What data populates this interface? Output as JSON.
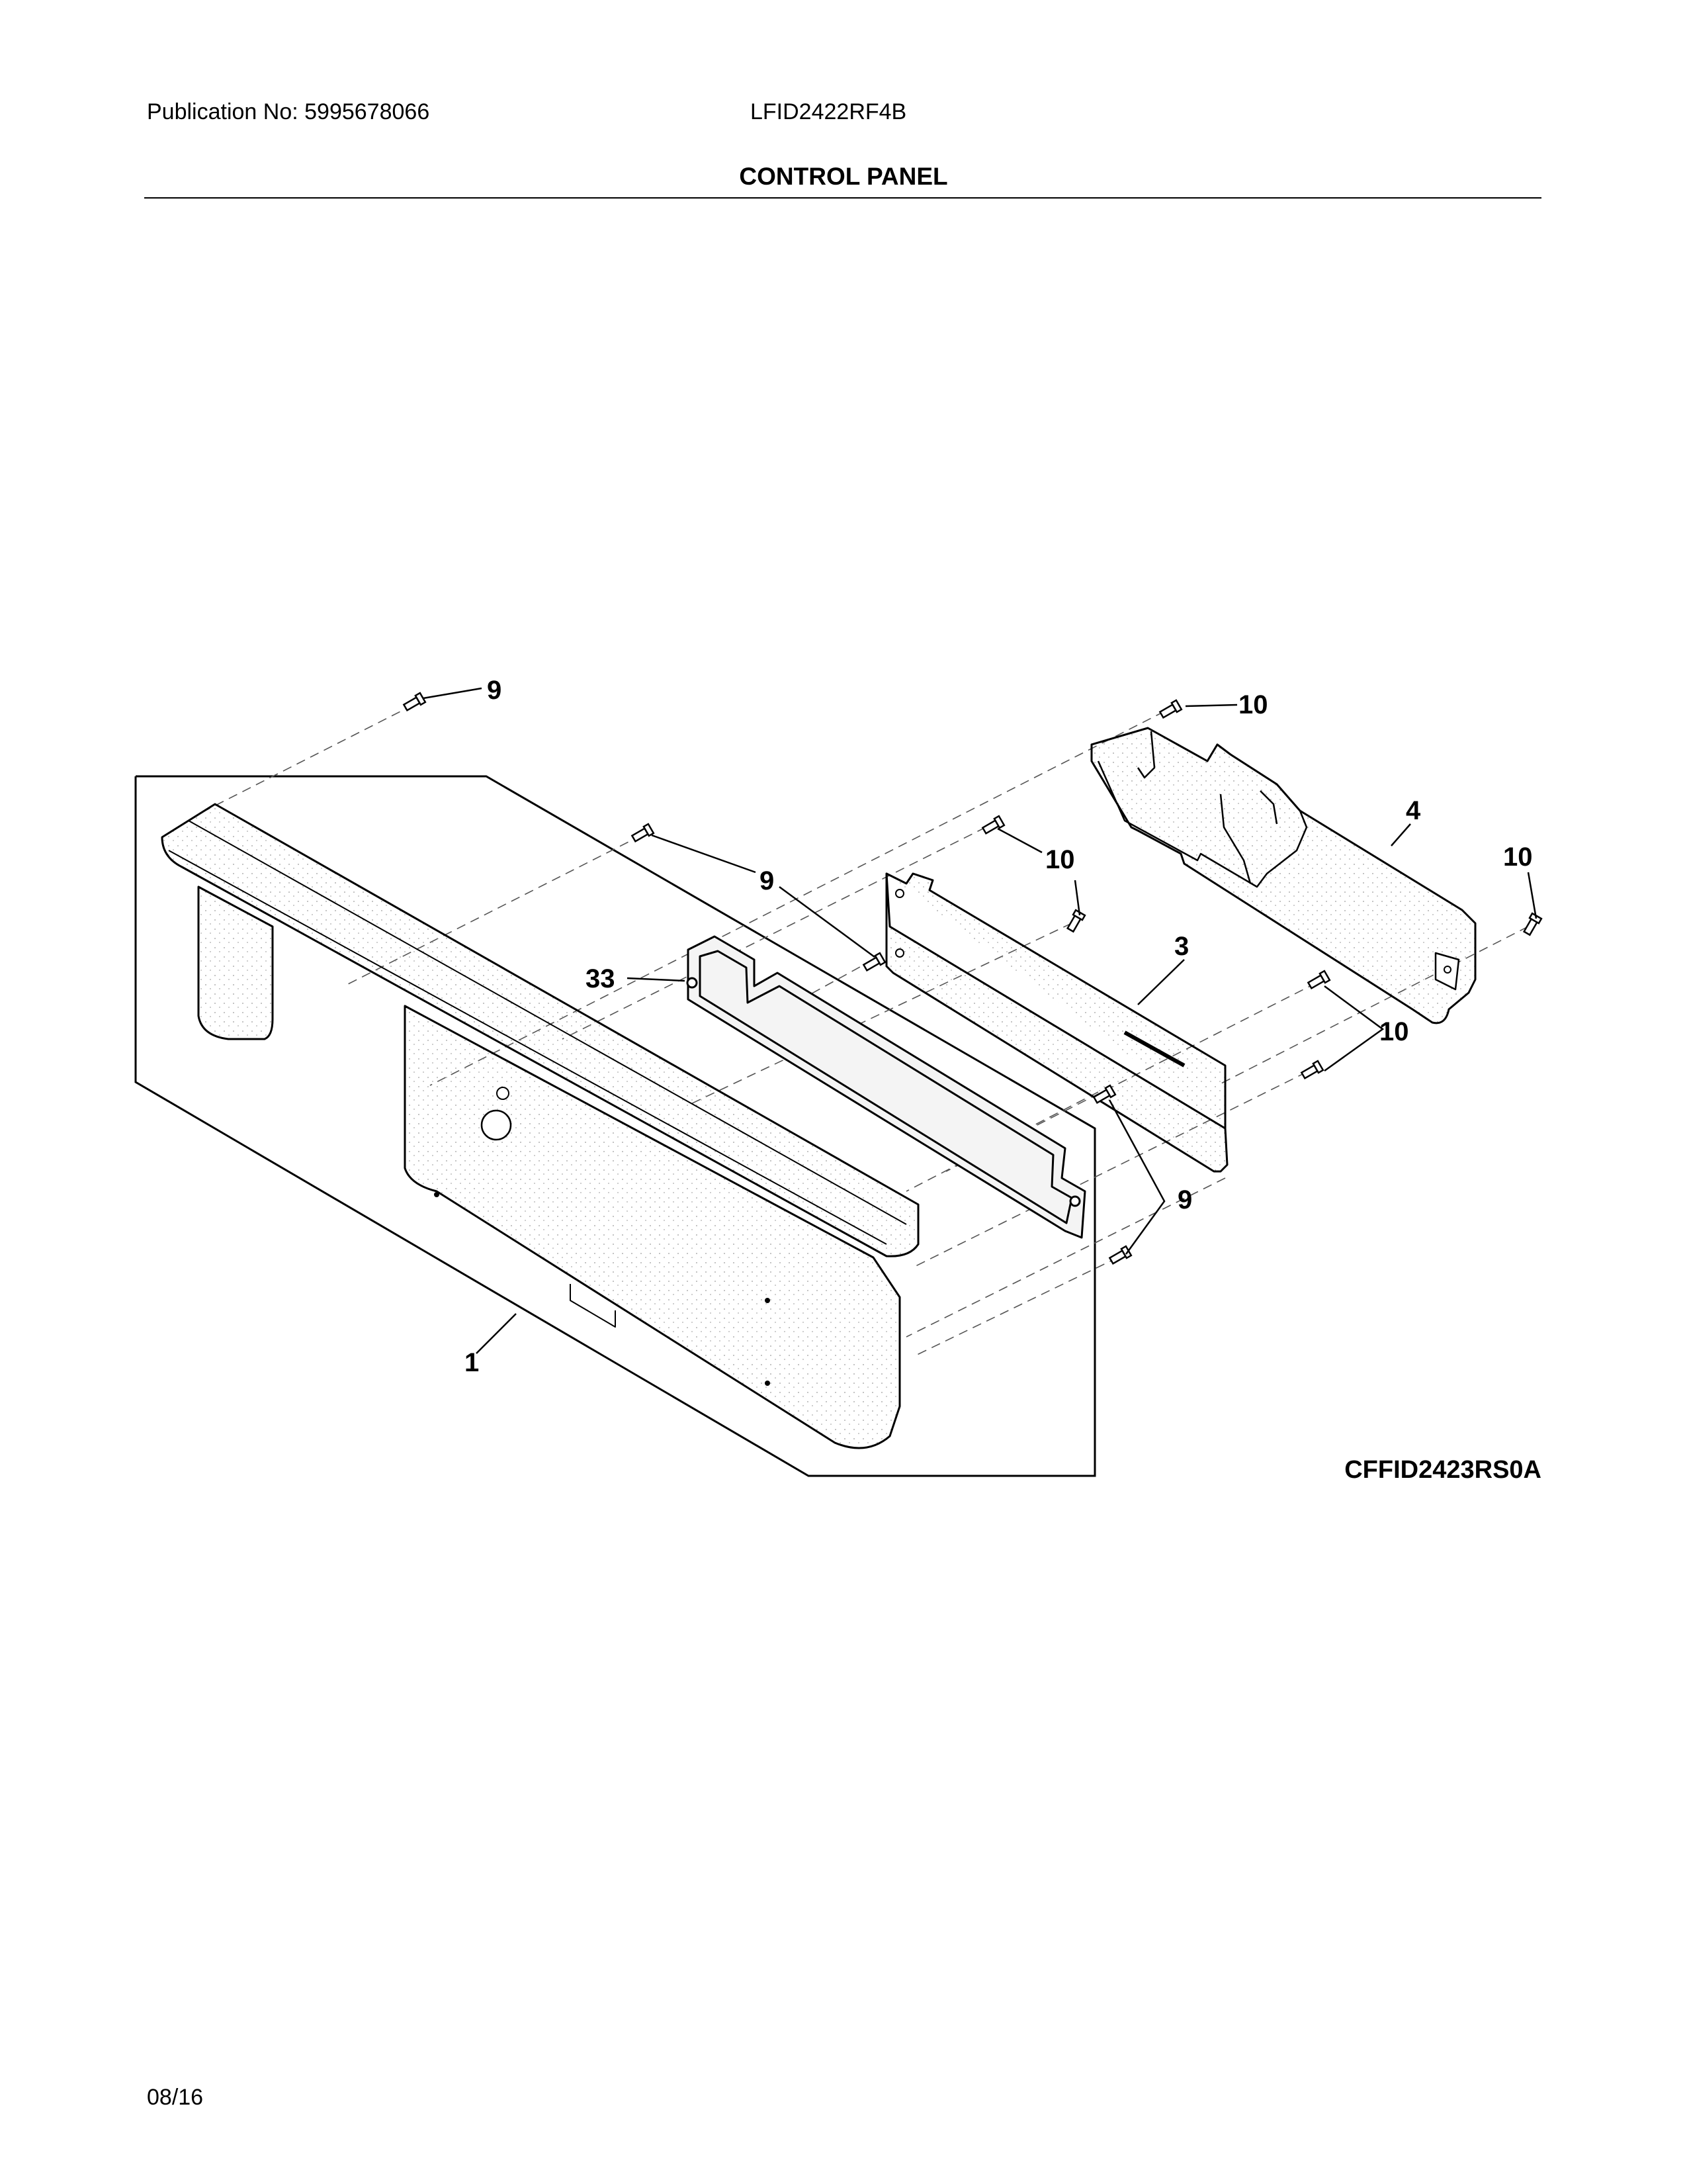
{
  "header": {
    "publication": "Publication No: 5995678066",
    "model": "LFID2422RF4B"
  },
  "title": "CONTROL PANEL",
  "callouts": {
    "c9a": "9",
    "c10a": "10",
    "c4": "4",
    "c10b": "10",
    "c9b": "9",
    "c10c": "10",
    "c33": "33",
    "c3": "3",
    "c10d": "10",
    "c9c": "9",
    "c1": "1"
  },
  "diagram_ref": "CFFID2423RS0A",
  "footer": {
    "date": "08/16"
  }
}
